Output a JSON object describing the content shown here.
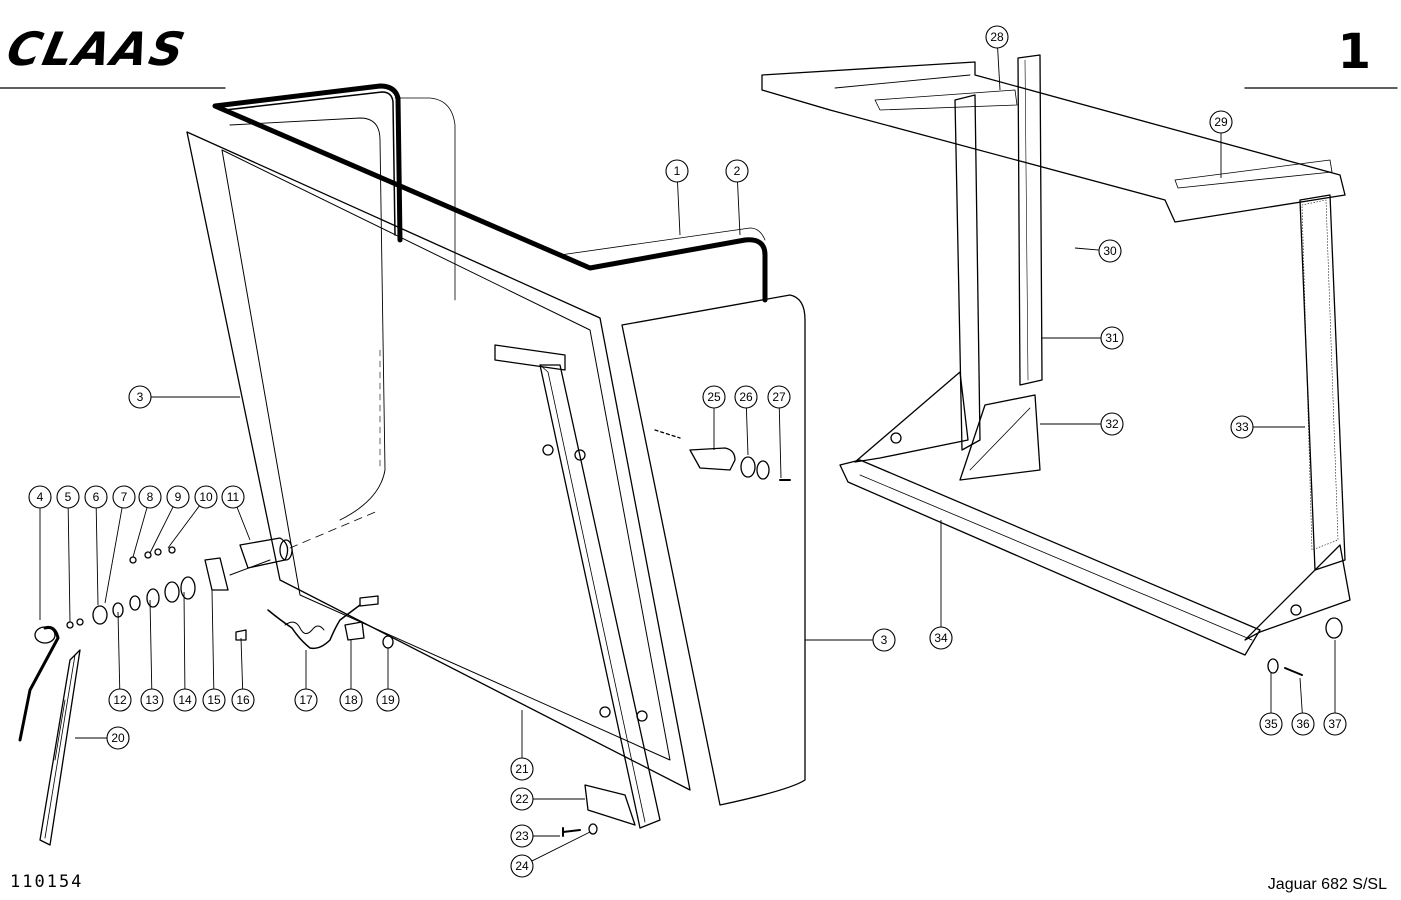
{
  "header": {
    "brand": "CLAAS",
    "page_number": "1"
  },
  "footer": {
    "drawing_number": "110154",
    "model": "Jaguar 682 S/SL"
  },
  "callouts": [
    "1",
    "2",
    "3",
    "3",
    "4",
    "5",
    "6",
    "7",
    "8",
    "9",
    "10",
    "11",
    "12",
    "13",
    "14",
    "15",
    "16",
    "17",
    "18",
    "19",
    "20",
    "21",
    "22",
    "23",
    "24",
    "25",
    "26",
    "27",
    "28",
    "29",
    "30",
    "31",
    "32",
    "33",
    "34",
    "35",
    "36",
    "37"
  ]
}
